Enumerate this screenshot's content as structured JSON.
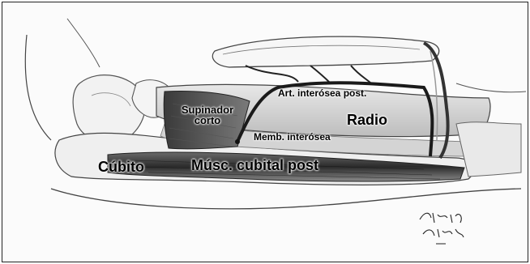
{
  "labels": {
    "art_interosea_post": "Art. interósea post.",
    "radio": "Radio",
    "supinador_corto_line1": "Supinador",
    "supinador_corto_line2": "corto",
    "memb_interosea": "Memb. interósea",
    "cubito": "Cúbito",
    "musc_cubital_post": "Músc. cubital post"
  },
  "signature": "Santiago Aberde"
}
